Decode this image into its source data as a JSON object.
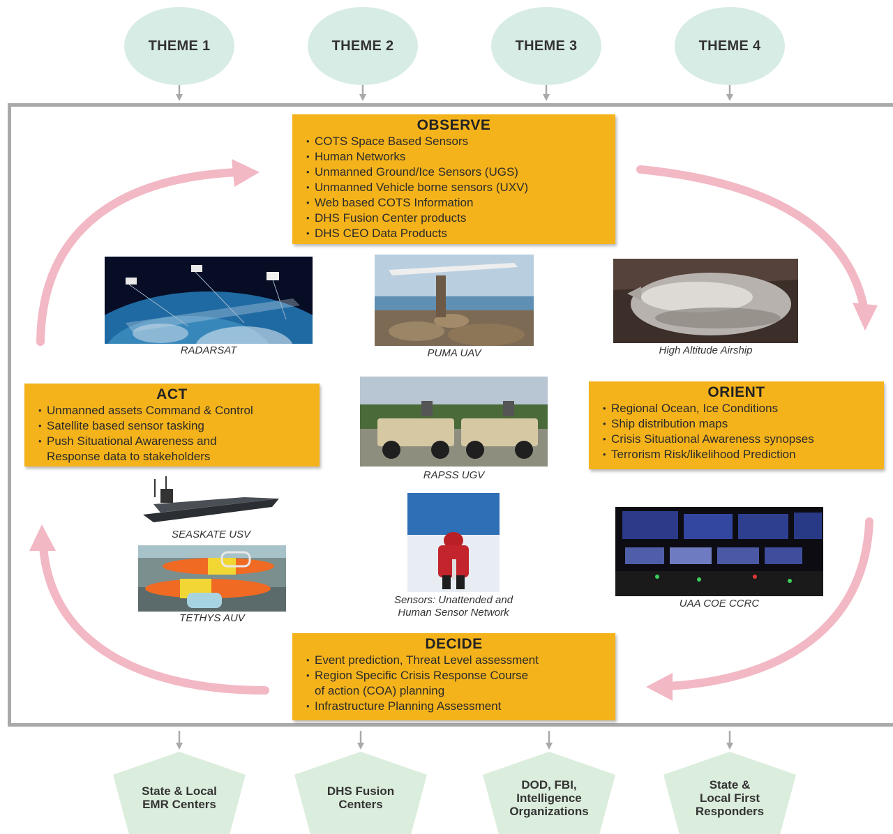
{
  "themes": [
    "THEME 1",
    "THEME 2",
    "THEME 3",
    "THEME 4"
  ],
  "observe": {
    "title": "OBSERVE",
    "items": [
      "COTS Space Based Sensors",
      "Human Networks",
      "Unmanned Ground/Ice Sensors (UGS)",
      "Unmanned Vehicle borne sensors (UXV)",
      "Web based COTS Information",
      "DHS Fusion Center products",
      "DHS CEO Data Products"
    ]
  },
  "act": {
    "title": "ACT",
    "items": [
      "Unmanned assets Command & Control",
      "Satellite based sensor tasking",
      "Push Situational Awareness and",
      "Response data to stakeholders"
    ]
  },
  "orient": {
    "title": "ORIENT",
    "items": [
      "Regional Ocean, Ice Conditions",
      "Ship distribution maps",
      "Crisis Situational Awareness synopses",
      "Terrorism Risk/likelihood Prediction"
    ]
  },
  "decide": {
    "title": "DECIDE",
    "items": [
      "Event prediction, Threat Level assessment",
      "Region Specific Crisis Response Course",
      "of action (COA) planning",
      "Infrastructure Planning Assessment"
    ]
  },
  "captions": {
    "radarsat": "RADARSAT",
    "puma": "PUMA UAV",
    "airship": "High Altitude Airship",
    "rapss": "RAPSS UGV",
    "seaskate": "SEASKATE USV",
    "tethys": "TETHYS AUV",
    "sensors_line1": "Sensors: Unattended and",
    "sensors_line2": "Human Sensor Network",
    "ccrc": "UAA COE CCRC"
  },
  "outputs": [
    [
      "State & Local",
      "EMR Centers"
    ],
    [
      "DHS Fusion",
      "Centers"
    ],
    [
      "DOD, FBI,",
      "Intelligence",
      "Organizations"
    ],
    [
      "State &",
      "Local First",
      "Responders"
    ]
  ],
  "colors": {
    "theme_fill": "#d8ece6",
    "box_fill": "#f5b31b",
    "cycle_arrow": "#f2b8c4",
    "frame": "#a9a9a9",
    "output_fill": "#dbeddc"
  }
}
